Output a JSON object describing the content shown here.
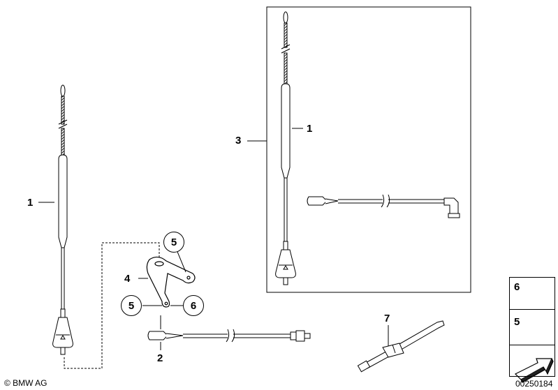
{
  "callouts": {
    "c1_left": "1",
    "c1_right": "1",
    "c2": "2",
    "c3": "3",
    "c4": "4",
    "c5_top": "5",
    "c5_bottom": "5",
    "c6": "6",
    "c7": "7"
  },
  "legend": {
    "item6": "6",
    "item5": "5"
  },
  "footer": {
    "copyright": "© BMW AG",
    "diagram_number": "00250184"
  }
}
